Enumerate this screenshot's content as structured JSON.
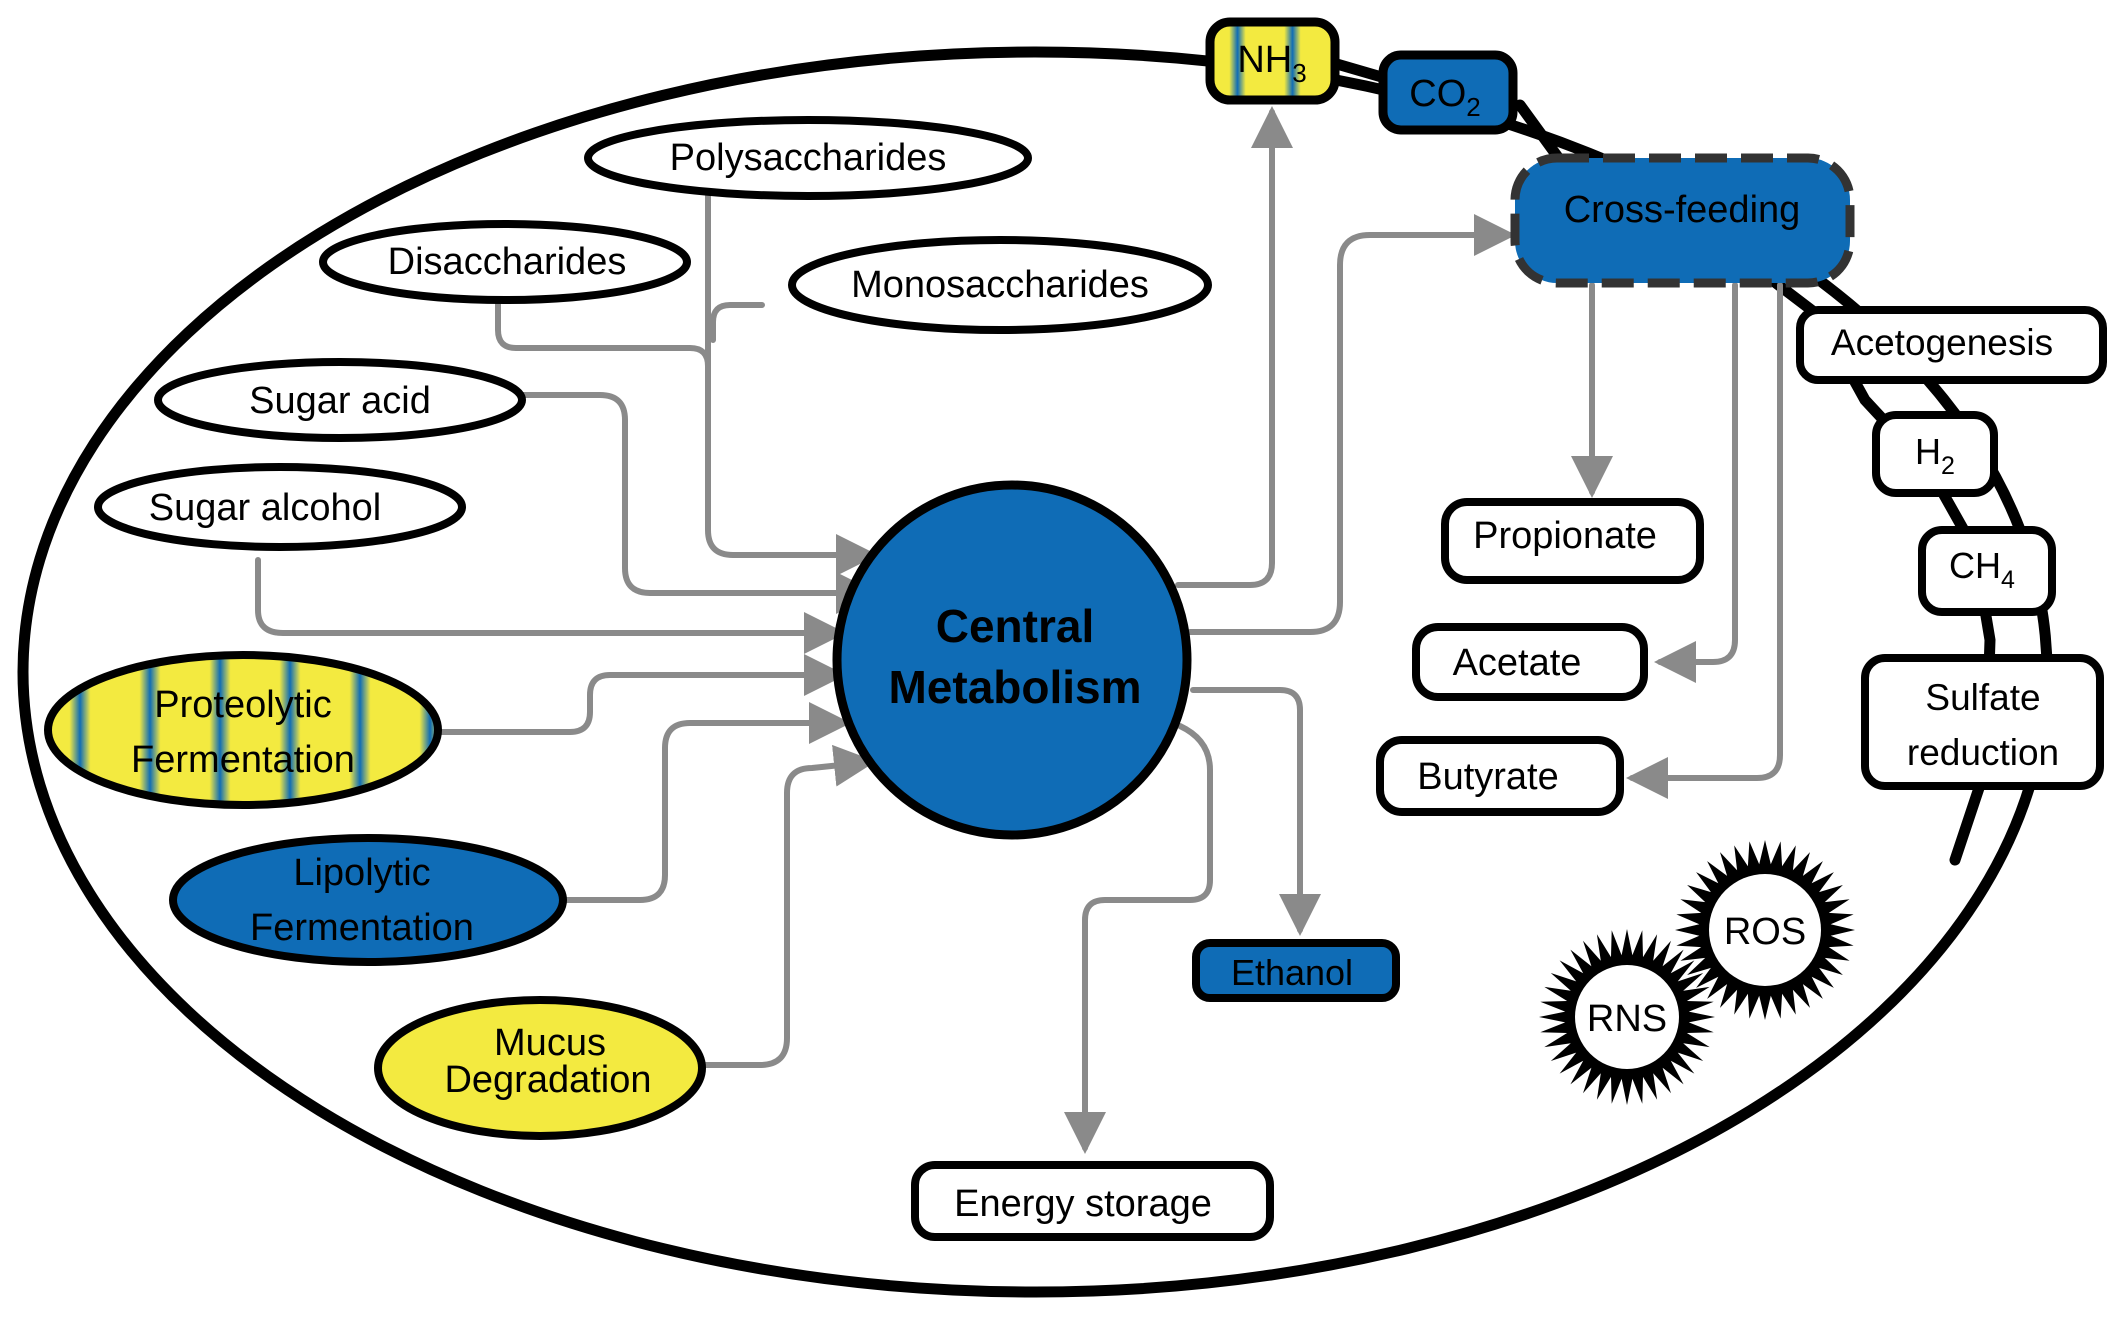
{
  "diagram": {
    "center": {
      "line1": "Central",
      "line2": "Metabolism"
    },
    "substrates": {
      "polysaccharides": "Polysaccharides",
      "disaccharides": "Disaccharides",
      "monosaccharides": "Monosaccharides",
      "sugar_acid": "Sugar acid",
      "sugar_alcohol": "Sugar alcohol"
    },
    "fermentation": {
      "proteolytic": {
        "line1": "Proteolytic",
        "line2": "Fermentation"
      },
      "lipolytic": {
        "line1": "Lipolytic",
        "line2": "Fermentation"
      },
      "mucus": {
        "line1": "Mucus",
        "line2": "Degradation"
      }
    },
    "gases": {
      "nh3": {
        "base": "NH",
        "sub": "3"
      },
      "co2": {
        "base": "CO",
        "sub": "2"
      },
      "h2": {
        "base": "H",
        "sub": "2"
      },
      "ch4": {
        "base": "CH",
        "sub": "4"
      }
    },
    "cross_feeding": "Cross-feeding",
    "products": {
      "propionate": "Propionate",
      "acetate": "Acetate",
      "butyrate": "Butyrate",
      "ethanol": "Ethanol",
      "energy_storage": "Energy storage"
    },
    "pathways": {
      "acetogenesis": "Acetogenesis",
      "sulfate_reduction": {
        "line1": "Sulfate",
        "line2": "reduction"
      }
    },
    "stress": {
      "ros": "ROS",
      "rns": "RNS"
    },
    "colors": {
      "blue": "#0f6cb6",
      "yellow": "#f3ea40",
      "arrow_gray": "#8a8a8a",
      "outline": "#000000"
    }
  }
}
